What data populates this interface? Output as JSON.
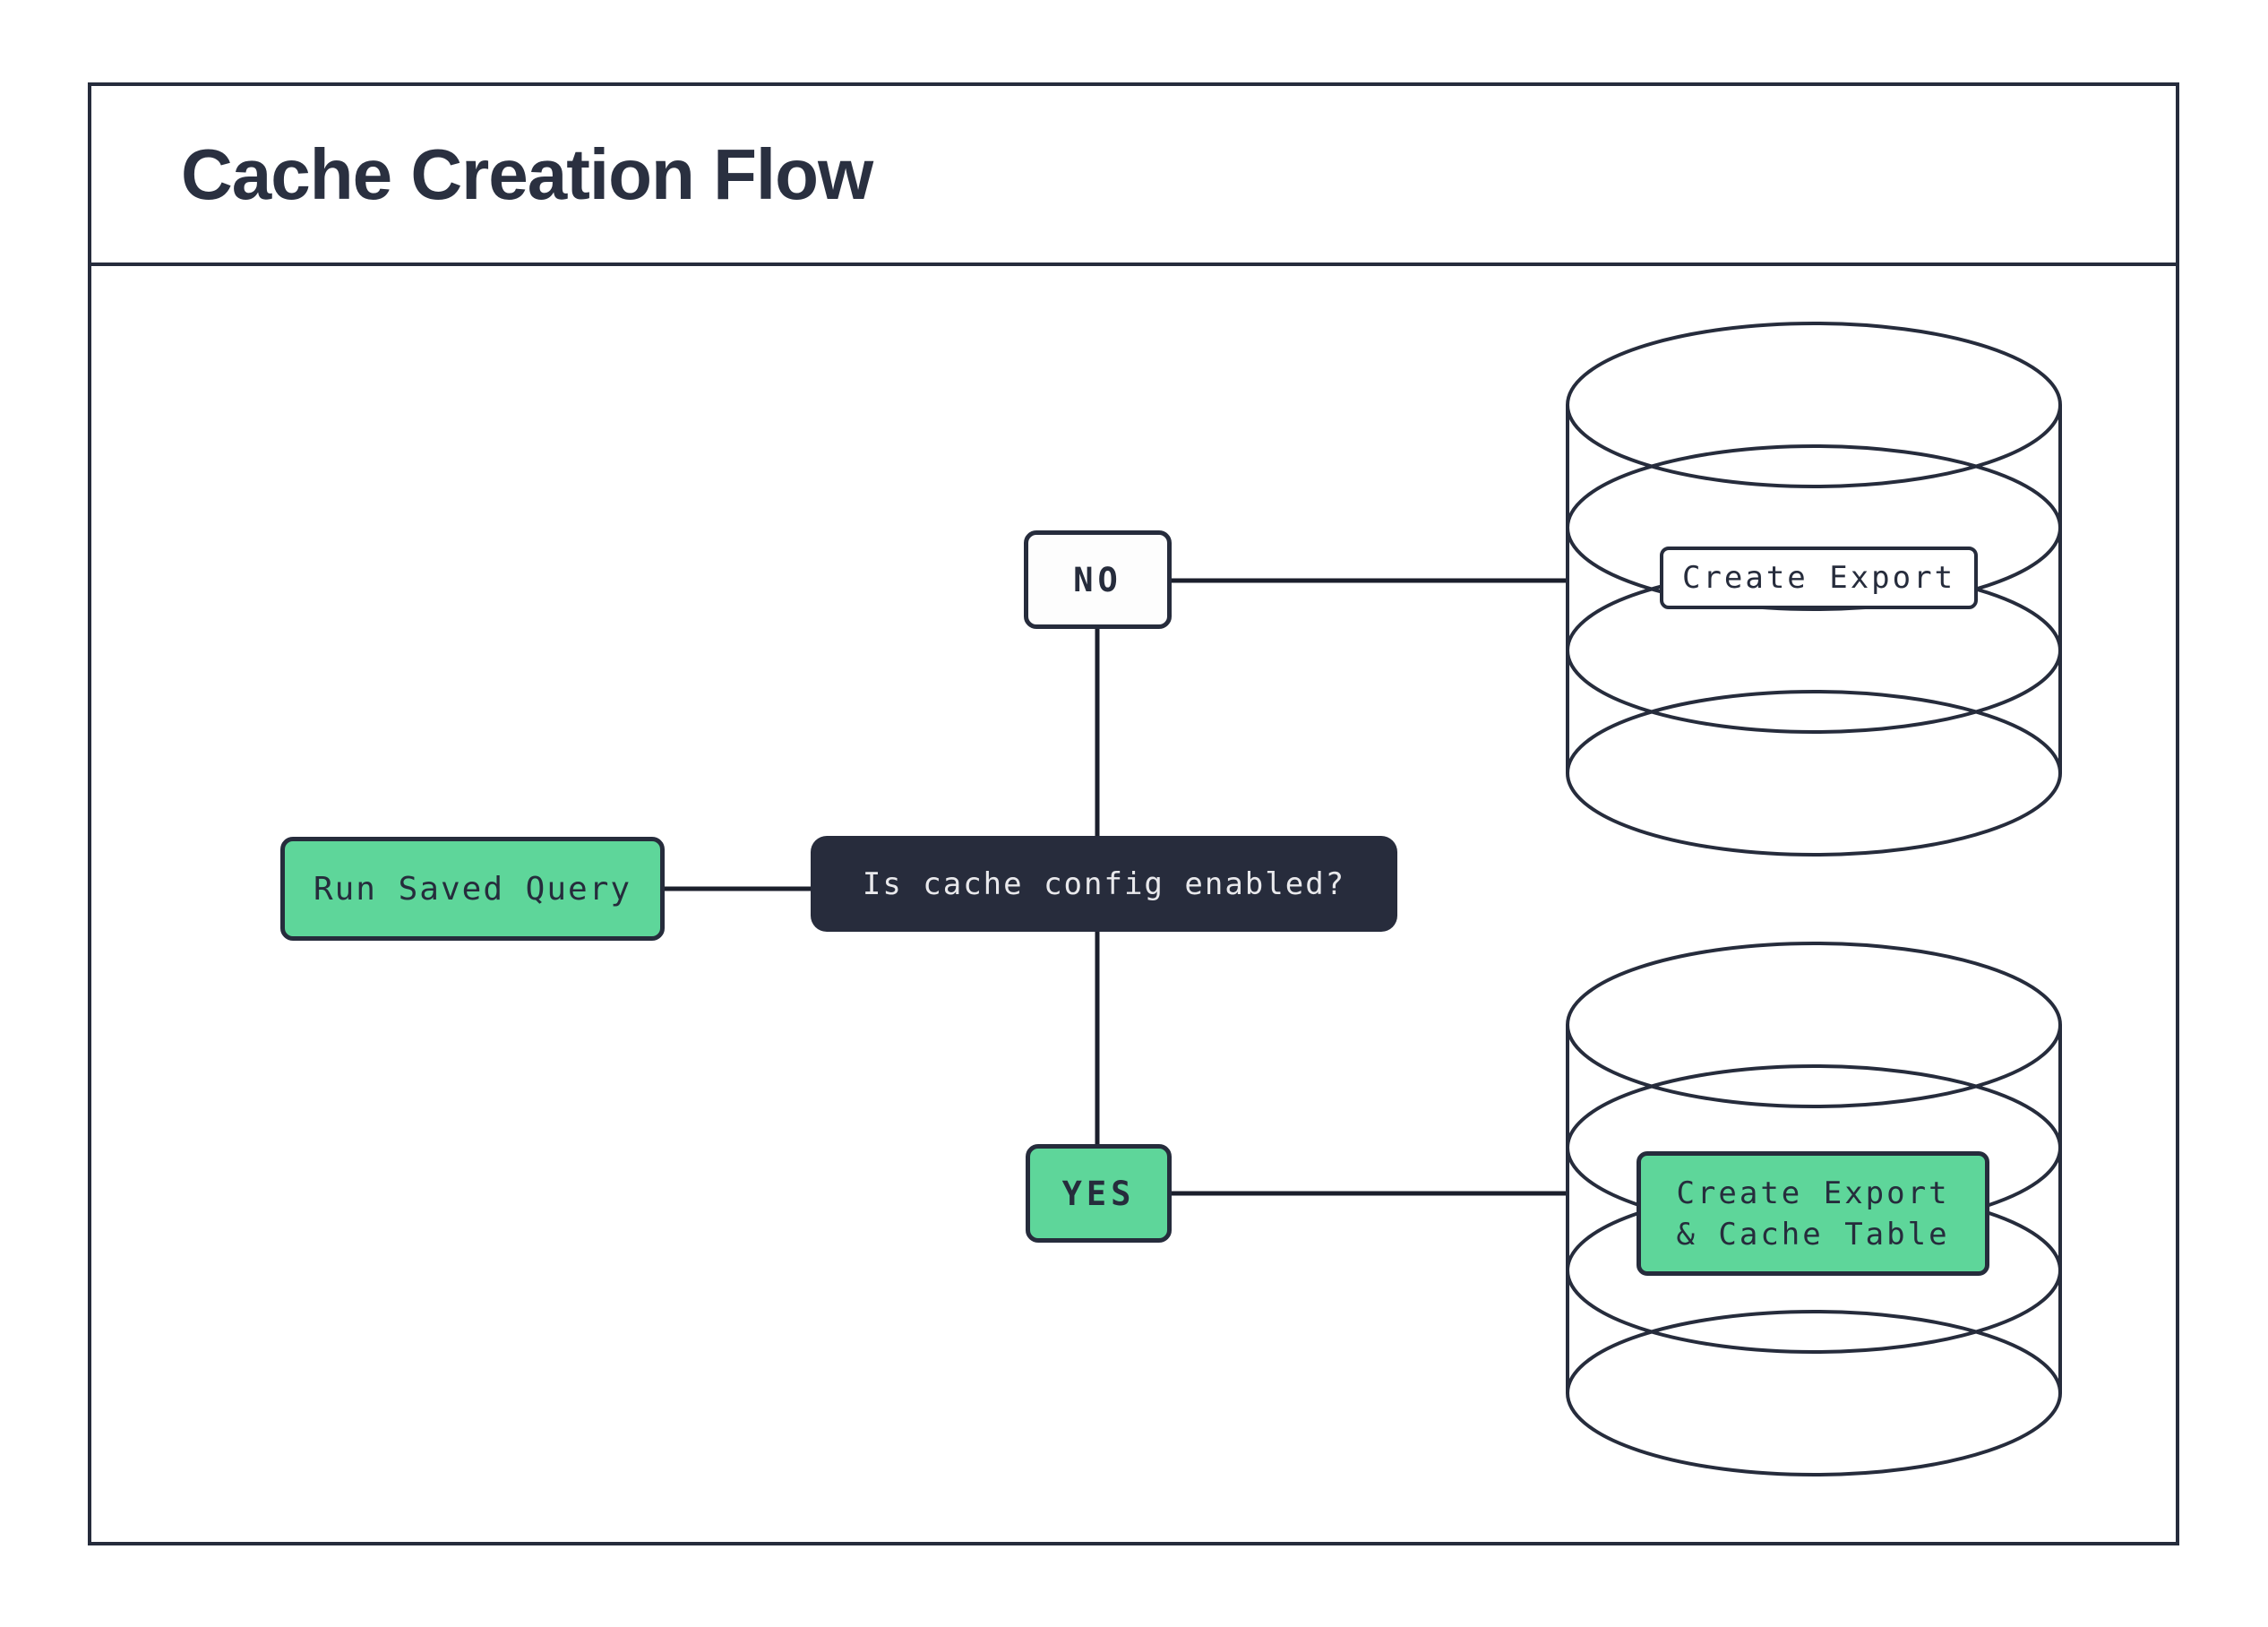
{
  "page": {
    "title": "Cache Creation Flow"
  },
  "nodes": {
    "start": {
      "label": "Run Saved Query"
    },
    "decision": {
      "label": "Is cache config enabled?"
    },
    "no_branch": {
      "label": "NO"
    },
    "yes_branch": {
      "label": "YES"
    },
    "no_result": {
      "label": "Create Export"
    },
    "yes_result": {
      "line1": "Create Export",
      "line2": "& Cache Table"
    }
  },
  "colors": {
    "ink": "#262c3c",
    "connector": "#1b1f2c",
    "accent_green": "#5ed69a",
    "dark_node_bg": "#272c3c",
    "light_text": "#e9e9ec",
    "paper": "#ffffff"
  }
}
